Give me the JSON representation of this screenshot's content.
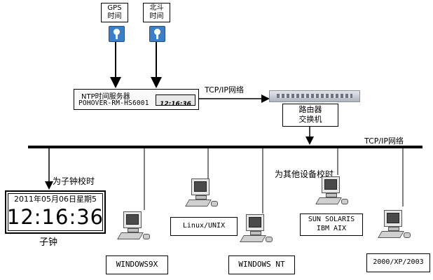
{
  "gps": {
    "line1": "GPS",
    "line2": "时间"
  },
  "beidou": {
    "line1": "北斗",
    "line2": "时间"
  },
  "ntp_server": {
    "name": "NTP时间服务器",
    "model": "POHOVER-RM-HS6001",
    "display_time": "12:16:36"
  },
  "network_top": {
    "label": "TCP/IP网络"
  },
  "router": {
    "line1": "路由器",
    "line2": "交换机"
  },
  "network_bus": {
    "label": "TCP/IP网络"
  },
  "clock": {
    "sync_label": "为子钟校时",
    "date": "2011年05月06日星期5",
    "time": "12:16:36",
    "caption": "子钟"
  },
  "devices_sync_label": "为其他设备校时",
  "computers": [
    {
      "label": "WINDOWS9X"
    },
    {
      "label": "Linux/UNIX"
    },
    {
      "label": "WINDOWS NT"
    },
    {
      "label_line1": "SUN SOLARIS",
      "label_line2": "IBM AIX"
    },
    {
      "label": "2000/XP/2003"
    }
  ],
  "colors": {
    "antenna_blue": "#3b7fc8",
    "router_gray": "#c9ced6",
    "clock_bg": "#ffffff"
  }
}
